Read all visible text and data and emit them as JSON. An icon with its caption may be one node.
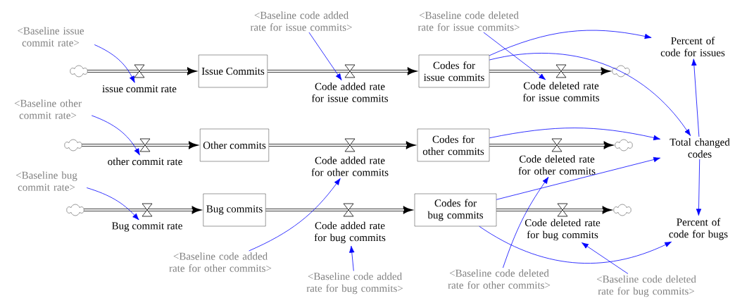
{
  "diagram": {
    "nodes": [
      {
        "text": [
          "<Baseline issue commit rate>"
        ]
      },
      {
        "text": [
          "<Baseline code added rate for issue commits>"
        ]
      },
      {
        "text": [
          "<Baseline code deleted rate for issue commits>"
        ]
      },
      {
        "text": [
          "Percent of code for issues"
        ]
      },
      {
        "text": [],
        "shape": "cloud"
      },
      {
        "text": [
          "issue commit rate"
        ]
      },
      {
        "text": [
          "Issue Commits"
        ]
      },
      {
        "text": [
          "Code added rate for issue commits"
        ]
      },
      {
        "text": [
          "Codes for issue commits"
        ]
      },
      {
        "text": [
          "Code deleted rate for issue commits"
        ]
      },
      {
        "text": [],
        "shape": "cloud"
      },
      {
        "text": [
          "<Baseline other commit rate>"
        ]
      },
      {
        "text": [],
        "shape": "cloud"
      },
      {
        "text": [
          "other commit rate"
        ]
      },
      {
        "text": [
          "Other commits"
        ]
      },
      {
        "text": [
          "Code added rate for other commits"
        ]
      },
      {
        "text": [
          "Codes for other commits"
        ]
      },
      {
        "text": [
          "Code deleted rate for other commits"
        ]
      },
      {
        "text": [],
        "shape": "cloud"
      },
      {
        "text": [
          "Total changed codes"
        ]
      },
      {
        "text": [
          "<Baseline bug commit rate>"
        ]
      },
      {
        "text": [],
        "shape": "cloud"
      },
      {
        "text": [
          "Bug commit rate"
        ]
      },
      {
        "text": [
          "Bug commits"
        ]
      },
      {
        "text": [
          "Code added rate for bug commits"
        ]
      },
      {
        "text": [
          "Codes for bug commits"
        ]
      },
      {
        "text": [
          "Code deleted rate for bug commits"
        ]
      },
      {
        "text": [],
        "shape": "cloud"
      },
      {
        "text": [
          "Percent of code for bugs"
        ]
      },
      {
        "text": [
          "<Baseline code added rate for other commits>"
        ]
      },
      {
        "text": [
          "<Baseline code added rate for bug commits>"
        ]
      },
      {
        "text": [
          "<Baseline code deleted rate for other commits>"
        ]
      },
      {
        "text": [
          "<Baseline code deleted rate for bug commits>"
        ]
      }
    ],
    "edges": [
      {
        "from": 4,
        "to": 6,
        "arrow": "to",
        "style": "thick",
        "color": "#000000"
      },
      {
        "from": 6,
        "to": 8,
        "arrow": "to",
        "style": "thick",
        "color": "#000000"
      },
      {
        "from": 8,
        "to": 10,
        "arrow": "to",
        "style": "thick",
        "color": "#000000"
      },
      {
        "from": 12,
        "to": 14,
        "arrow": "to",
        "style": "thick",
        "color": "#000000"
      },
      {
        "from": 14,
        "to": 16,
        "arrow": "to",
        "style": "thick",
        "color": "#000000"
      },
      {
        "from": 16,
        "to": 18,
        "arrow": "to",
        "style": "thick",
        "color": "#000000"
      },
      {
        "from": 21,
        "to": 23,
        "arrow": "to",
        "style": "thick",
        "color": "#000000"
      },
      {
        "from": 23,
        "to": 25,
        "arrow": "to",
        "style": "thick",
        "color": "#000000"
      },
      {
        "from": 25,
        "to": 27,
        "arrow": "to",
        "style": "thick",
        "color": "#000000"
      },
      {
        "from": 0,
        "to": 5,
        "arrow": "to"
      },
      {
        "from": 1,
        "to": 7,
        "arrow": "to"
      },
      {
        "from": 2,
        "to": 9,
        "arrow": "to"
      },
      {
        "from": 11,
        "to": 13,
        "arrow": "to"
      },
      {
        "from": 20,
        "to": 22,
        "arrow": "to"
      },
      {
        "from": 29,
        "to": 15,
        "arrow": "to"
      },
      {
        "from": 30,
        "to": 24,
        "arrow": "to"
      },
      {
        "from": 31,
        "to": 17,
        "arrow": "to"
      },
      {
        "from": 32,
        "to": 26,
        "arrow": "to"
      },
      {
        "from": 8,
        "to": 3,
        "arrow": "to"
      },
      {
        "from": 8,
        "to": 19,
        "arrow": "to"
      },
      {
        "from": 16,
        "to": 19,
        "arrow": "to"
      },
      {
        "from": 25,
        "to": 19,
        "arrow": "to"
      },
      {
        "from": 25,
        "to": 28,
        "arrow": "to"
      },
      {
        "from": 19,
        "to": 3,
        "arrow": "to"
      },
      {
        "from": 19,
        "to": 28,
        "arrow": "to"
      }
    ]
  }
}
